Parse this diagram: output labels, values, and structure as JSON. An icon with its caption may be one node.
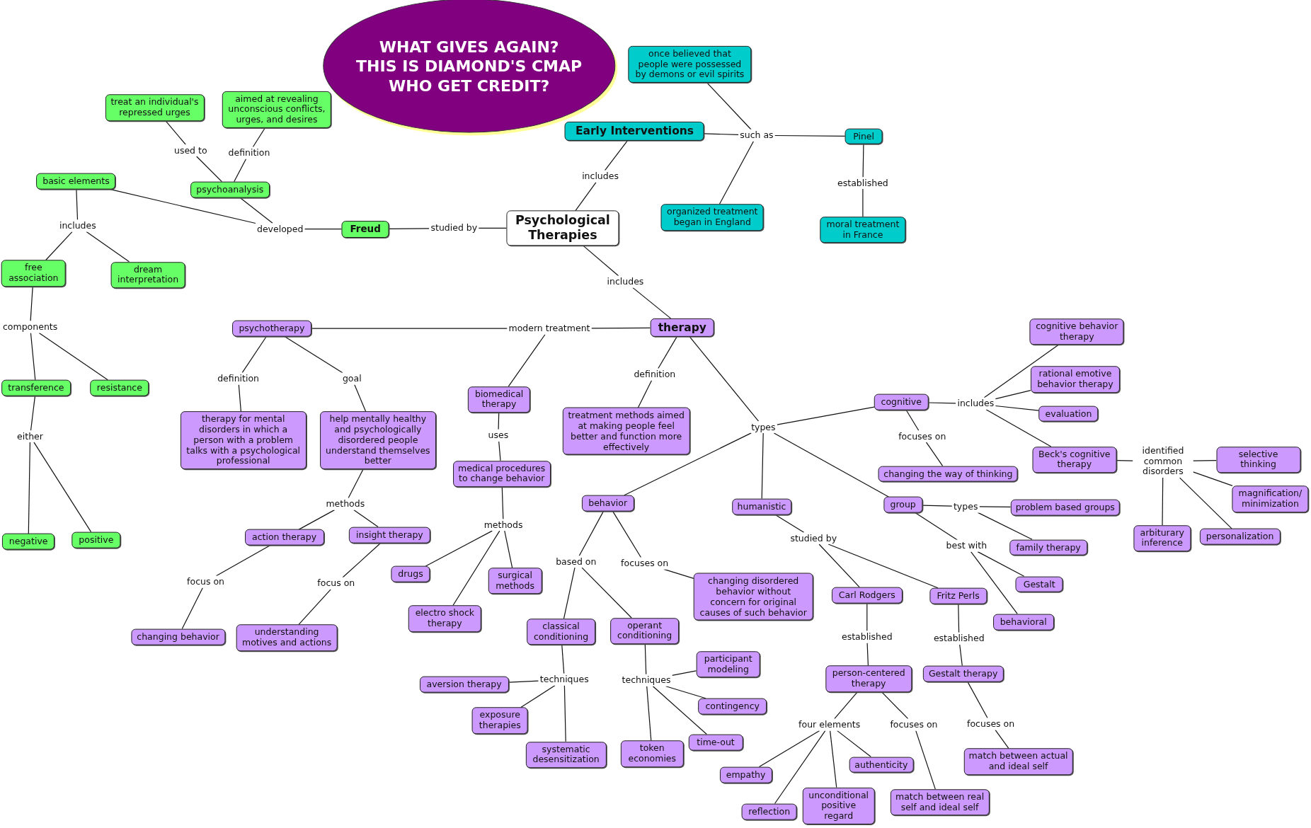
{
  "diagram": {
    "nodes": [
      {
        "text": [
          "WHAT GIVES AGAIN?",
          "THIS IS DIAMOND'S CMAP",
          "WHO GET CREDIT?"
        ]
      },
      {
        "text": [
          "once believed that people were possessed by demons or evil spirits"
        ]
      },
      {
        "text": [
          "Early Interventions"
        ]
      },
      {
        "text": [
          "such as"
        ]
      },
      {
        "text": [
          "Pinel"
        ]
      },
      {
        "text": [
          "organized treatment began in England"
        ]
      },
      {
        "text": [
          "established"
        ]
      },
      {
        "text": [
          "moral treatment in France"
        ]
      },
      {
        "text": [
          "includes"
        ]
      },
      {
        "text": [
          "Psychological Therapies"
        ]
      },
      {
        "text": [
          "studied by"
        ]
      },
      {
        "text": [
          "Freud"
        ]
      },
      {
        "text": [
          "developed"
        ]
      },
      {
        "text": [
          "basic elements"
        ]
      },
      {
        "text": [
          "psychoanalysis"
        ]
      },
      {
        "text": [
          "used to"
        ]
      },
      {
        "text": [
          "definition"
        ]
      },
      {
        "text": [
          "treat an individual's repressed urges"
        ]
      },
      {
        "text": [
          "aimed at revealing unconscious conflicts, urges, and desires"
        ]
      },
      {
        "text": [
          "includes"
        ]
      },
      {
        "text": [
          "free association"
        ]
      },
      {
        "text": [
          "dream interpretation"
        ]
      },
      {
        "text": [
          "components"
        ]
      },
      {
        "text": [
          "transference"
        ]
      },
      {
        "text": [
          "resistance"
        ]
      },
      {
        "text": [
          "either"
        ]
      },
      {
        "text": [
          "negative"
        ]
      },
      {
        "text": [
          "positive"
        ]
      },
      {
        "text": [
          "includes"
        ]
      },
      {
        "text": [
          "therapy"
        ]
      },
      {
        "text": [
          "modern treatment"
        ]
      },
      {
        "text": [
          "psychotherapy"
        ]
      },
      {
        "text": [
          "definition"
        ]
      },
      {
        "text": [
          "goal"
        ]
      },
      {
        "text": [
          "therapy for mental disorders in which a person with a problem talks with a psychological professional"
        ]
      },
      {
        "text": [
          "help mentally healthy and psychologically disordered people understand themselves better"
        ]
      },
      {
        "text": [
          "methods"
        ]
      },
      {
        "text": [
          "action therapy"
        ]
      },
      {
        "text": [
          "insight therapy"
        ]
      },
      {
        "text": [
          "focus on"
        ]
      },
      {
        "text": [
          "focus on"
        ]
      },
      {
        "text": [
          "changing behavior"
        ]
      },
      {
        "text": [
          "understanding motives and actions"
        ]
      },
      {
        "text": [
          "biomedical therapy"
        ]
      },
      {
        "text": [
          "uses"
        ]
      },
      {
        "text": [
          "medical procedures to change behavior"
        ]
      },
      {
        "text": [
          "methods"
        ]
      },
      {
        "text": [
          "drugs"
        ]
      },
      {
        "text": [
          "surgical methods"
        ]
      },
      {
        "text": [
          "electro shock therapy"
        ]
      },
      {
        "text": [
          "definition"
        ]
      },
      {
        "text": [
          "treatment methods aimed at making people feel better and function more effectively"
        ]
      },
      {
        "text": [
          "types"
        ]
      },
      {
        "text": [
          "cognitive"
        ]
      },
      {
        "text": [
          "includes"
        ]
      },
      {
        "text": [
          "cognitive behavior therapy"
        ]
      },
      {
        "text": [
          "rational emotive behavior therapy"
        ]
      },
      {
        "text": [
          "evaluation"
        ]
      },
      {
        "text": [
          "Beck's cognitive therapy"
        ]
      },
      {
        "text": [
          "identified common disorders"
        ]
      },
      {
        "text": [
          "selective thinking"
        ]
      },
      {
        "text": [
          "magnification/ minimization"
        ]
      },
      {
        "text": [
          "arbiturary inference"
        ]
      },
      {
        "text": [
          "personalization"
        ]
      },
      {
        "text": [
          "focuses on"
        ]
      },
      {
        "text": [
          "changing the way of thinking"
        ]
      },
      {
        "text": [
          "behavior"
        ]
      },
      {
        "text": [
          "humanistic"
        ]
      },
      {
        "text": [
          "group"
        ]
      },
      {
        "text": [
          "types"
        ]
      },
      {
        "text": [
          "problem based groups"
        ]
      },
      {
        "text": [
          "family therapy"
        ]
      },
      {
        "text": [
          "best with"
        ]
      },
      {
        "text": [
          "Gestalt"
        ]
      },
      {
        "text": [
          "behavioral"
        ]
      },
      {
        "text": [
          "studied by"
        ]
      },
      {
        "text": [
          "Carl Rodgers"
        ]
      },
      {
        "text": [
          "Fritz Perls"
        ]
      },
      {
        "text": [
          "established"
        ]
      },
      {
        "text": [
          "established"
        ]
      },
      {
        "text": [
          "person-centered therapy"
        ]
      },
      {
        "text": [
          "Gestalt therapy"
        ]
      },
      {
        "text": [
          "focuses on"
        ]
      },
      {
        "text": [
          "match between actual and ideal self"
        ]
      },
      {
        "text": [
          "four elements"
        ]
      },
      {
        "text": [
          "focuses on"
        ]
      },
      {
        "text": [
          "empathy"
        ]
      },
      {
        "text": [
          "reflection"
        ]
      },
      {
        "text": [
          "unconditional positive regard"
        ]
      },
      {
        "text": [
          "authenticity"
        ]
      },
      {
        "text": [
          "match between real self and ideal self"
        ]
      },
      {
        "text": [
          "based on"
        ]
      },
      {
        "text": [
          "focuses on"
        ]
      },
      {
        "text": [
          "changing disordered behavior without concern for original causes of such behavior"
        ]
      },
      {
        "text": [
          "classical conditioning"
        ]
      },
      {
        "text": [
          "operant conditioning"
        ]
      },
      {
        "text": [
          "techniques"
        ]
      },
      {
        "text": [
          "aversion therapy"
        ]
      },
      {
        "text": [
          "exposure therapies"
        ]
      },
      {
        "text": [
          "systematic desensitization"
        ]
      },
      {
        "text": [
          "techniques"
        ]
      },
      {
        "text": [
          "participant modeling"
        ]
      },
      {
        "text": [
          "contingency"
        ]
      },
      {
        "text": [
          "time-out"
        ]
      },
      {
        "text": [
          "token economies"
        ]
      }
    ],
    "edges": [
      {
        "from": 9,
        "to": 8,
        "arrow": "none"
      },
      {
        "from": 8,
        "to": 2,
        "arrow": "none"
      },
      {
        "from": 2,
        "to": 3,
        "arrow": "none"
      },
      {
        "from": 3,
        "to": 1,
        "arrow": "none"
      },
      {
        "from": 3,
        "to": 4,
        "arrow": "none"
      },
      {
        "from": 3,
        "to": 5,
        "arrow": "none"
      },
      {
        "from": 4,
        "to": 6,
        "arrow": "none"
      },
      {
        "from": 6,
        "to": 7,
        "arrow": "none"
      },
      {
        "from": 9,
        "to": 10,
        "arrow": "none"
      },
      {
        "from": 10,
        "to": 11,
        "arrow": "none"
      },
      {
        "from": 11,
        "to": 12,
        "arrow": "none"
      },
      {
        "from": 12,
        "to": 13,
        "arrow": "none"
      },
      {
        "from": 12,
        "to": 14,
        "arrow": "none"
      },
      {
        "from": 14,
        "to": 15,
        "arrow": "none"
      },
      {
        "from": 15,
        "to": 17,
        "arrow": "none"
      },
      {
        "from": 14,
        "to": 16,
        "arrow": "none"
      },
      {
        "from": 16,
        "to": 18,
        "arrow": "none"
      },
      {
        "from": 13,
        "to": 19,
        "arrow": "none"
      },
      {
        "from": 19,
        "to": 20,
        "arrow": "none"
      },
      {
        "from": 19,
        "to": 21,
        "arrow": "none"
      },
      {
        "from": 20,
        "to": 22,
        "arrow": "none"
      },
      {
        "from": 22,
        "to": 23,
        "arrow": "none"
      },
      {
        "from": 22,
        "to": 24,
        "arrow": "none"
      },
      {
        "from": 23,
        "to": 25,
        "arrow": "none"
      },
      {
        "from": 25,
        "to": 26,
        "arrow": "none"
      },
      {
        "from": 25,
        "to": 27,
        "arrow": "none"
      },
      {
        "from": 9,
        "to": 28,
        "arrow": "none"
      },
      {
        "from": 28,
        "to": 29,
        "arrow": "none"
      },
      {
        "from": 29,
        "to": 30,
        "arrow": "none"
      },
      {
        "from": 30,
        "to": 31,
        "arrow": "none"
      },
      {
        "from": 30,
        "to": 43,
        "arrow": "none"
      },
      {
        "from": 31,
        "to": 32,
        "arrow": "none"
      },
      {
        "from": 32,
        "to": 34,
        "arrow": "none"
      },
      {
        "from": 31,
        "to": 33,
        "arrow": "none"
      },
      {
        "from": 33,
        "to": 35,
        "arrow": "none"
      },
      {
        "from": 35,
        "to": 36,
        "arrow": "none"
      },
      {
        "from": 36,
        "to": 37,
        "arrow": "none"
      },
      {
        "from": 36,
        "to": 38,
        "arrow": "none"
      },
      {
        "from": 37,
        "to": 39,
        "arrow": "none"
      },
      {
        "from": 39,
        "to": 41,
        "arrow": "none"
      },
      {
        "from": 38,
        "to": 40,
        "arrow": "none"
      },
      {
        "from": 40,
        "to": 42,
        "arrow": "none"
      },
      {
        "from": 43,
        "to": 44,
        "arrow": "none"
      },
      {
        "from": 44,
        "to": 45,
        "arrow": "none"
      },
      {
        "from": 45,
        "to": 46,
        "arrow": "none"
      },
      {
        "from": 46,
        "to": 47,
        "arrow": "none"
      },
      {
        "from": 46,
        "to": 48,
        "arrow": "none"
      },
      {
        "from": 46,
        "to": 49,
        "arrow": "none"
      },
      {
        "from": 29,
        "to": 50,
        "arrow": "none"
      },
      {
        "from": 50,
        "to": 51,
        "arrow": "none"
      },
      {
        "from": 29,
        "to": 52,
        "arrow": "none"
      },
      {
        "from": 52,
        "to": 53,
        "arrow": "none"
      },
      {
        "from": 52,
        "to": 66,
        "arrow": "none"
      },
      {
        "from": 52,
        "to": 67,
        "arrow": "none"
      },
      {
        "from": 52,
        "to": 68,
        "arrow": "none"
      },
      {
        "from": 53,
        "to": 54,
        "arrow": "none"
      },
      {
        "from": 54,
        "to": 55,
        "arrow": "none"
      },
      {
        "from": 54,
        "to": 56,
        "arrow": "none"
      },
      {
        "from": 54,
        "to": 57,
        "arrow": "none"
      },
      {
        "from": 54,
        "to": 58,
        "arrow": "none"
      },
      {
        "from": 58,
        "to": 59,
        "arrow": "none"
      },
      {
        "from": 59,
        "to": 60,
        "arrow": "none"
      },
      {
        "from": 59,
        "to": 61,
        "arrow": "none"
      },
      {
        "from": 59,
        "to": 62,
        "arrow": "none"
      },
      {
        "from": 59,
        "to": 63,
        "arrow": "none"
      },
      {
        "from": 53,
        "to": 64,
        "arrow": "none"
      },
      {
        "from": 64,
        "to": 65,
        "arrow": "none"
      },
      {
        "from": 68,
        "to": 69,
        "arrow": "none"
      },
      {
        "from": 69,
        "to": 70,
        "arrow": "none"
      },
      {
        "from": 69,
        "to": 71,
        "arrow": "none"
      },
      {
        "from": 68,
        "to": 72,
        "arrow": "none"
      },
      {
        "from": 72,
        "to": 73,
        "arrow": "none"
      },
      {
        "from": 72,
        "to": 74,
        "arrow": "none"
      },
      {
        "from": 67,
        "to": 75,
        "arrow": "none"
      },
      {
        "from": 75,
        "to": 76,
        "arrow": "none"
      },
      {
        "from": 75,
        "to": 77,
        "arrow": "none"
      },
      {
        "from": 76,
        "to": 78,
        "arrow": "none"
      },
      {
        "from": 78,
        "to": 80,
        "arrow": "none"
      },
      {
        "from": 77,
        "to": 79,
        "arrow": "none"
      },
      {
        "from": 79,
        "to": 81,
        "arrow": "none"
      },
      {
        "from": 81,
        "to": 82,
        "arrow": "none"
      },
      {
        "from": 82,
        "to": 83,
        "arrow": "none"
      },
      {
        "from": 80,
        "to": 84,
        "arrow": "none"
      },
      {
        "from": 84,
        "to": 86,
        "arrow": "none"
      },
      {
        "from": 84,
        "to": 87,
        "arrow": "none"
      },
      {
        "from": 84,
        "to": 88,
        "arrow": "none"
      },
      {
        "from": 84,
        "to": 89,
        "arrow": "none"
      },
      {
        "from": 80,
        "to": 85,
        "arrow": "none"
      },
      {
        "from": 85,
        "to": 90,
        "arrow": "none"
      },
      {
        "from": 66,
        "to": 91,
        "arrow": "none"
      },
      {
        "from": 91,
        "to": 94,
        "arrow": "none"
      },
      {
        "from": 91,
        "to": 95,
        "arrow": "none"
      },
      {
        "from": 66,
        "to": 92,
        "arrow": "none"
      },
      {
        "from": 92,
        "to": 93,
        "arrow": "none"
      },
      {
        "from": 94,
        "to": 96,
        "arrow": "none"
      },
      {
        "from": 96,
        "to": 97,
        "arrow": "none"
      },
      {
        "from": 96,
        "to": 98,
        "arrow": "none"
      },
      {
        "from": 96,
        "to": 99,
        "arrow": "none"
      },
      {
        "from": 95,
        "to": 100,
        "arrow": "none"
      },
      {
        "from": 100,
        "to": 101,
        "arrow": "none"
      },
      {
        "from": 100,
        "to": 102,
        "arrow": "none"
      },
      {
        "from": 100,
        "to": 103,
        "arrow": "none"
      },
      {
        "from": 100,
        "to": 104,
        "arrow": "none"
      }
    ]
  }
}
